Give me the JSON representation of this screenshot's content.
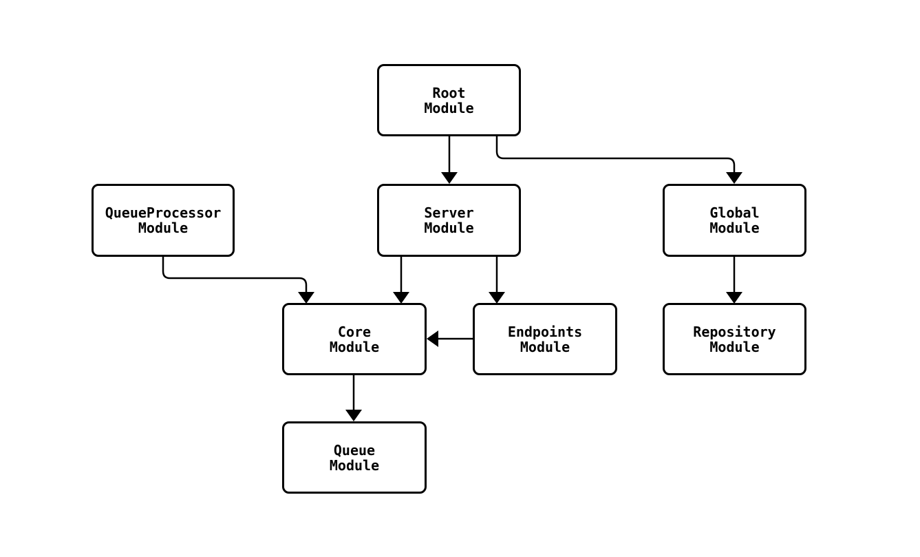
{
  "diagram": {
    "type": "module-dependency-flowchart",
    "colors": {
      "background": "#ffffff",
      "node_fill": "#ffffff",
      "node_stroke": "#000000",
      "edge_stroke": "#000000",
      "text": "#000000"
    },
    "nodes": {
      "root": {
        "label": "Root\nModule"
      },
      "queue_processor": {
        "label": "QueueProcessor\nModule"
      },
      "server": {
        "label": "Server\nModule"
      },
      "global": {
        "label": "Global\nModule"
      },
      "core": {
        "label": "Core\nModule"
      },
      "endpoints": {
        "label": "Endpoints\nModule"
      },
      "repository": {
        "label": "Repository\nModule"
      },
      "queue": {
        "label": "Queue\nModule"
      }
    },
    "edges": [
      {
        "from": "Root Module",
        "to": "Server Module"
      },
      {
        "from": "Root Module",
        "to": "Global Module"
      },
      {
        "from": "QueueProcessor Module",
        "to": "Core Module"
      },
      {
        "from": "Server Module",
        "to": "Core Module"
      },
      {
        "from": "Server Module",
        "to": "Endpoints Module"
      },
      {
        "from": "Endpoints Module",
        "to": "Core Module"
      },
      {
        "from": "Global Module",
        "to": "Repository Module"
      },
      {
        "from": "Core Module",
        "to": "Queue Module"
      }
    ]
  }
}
